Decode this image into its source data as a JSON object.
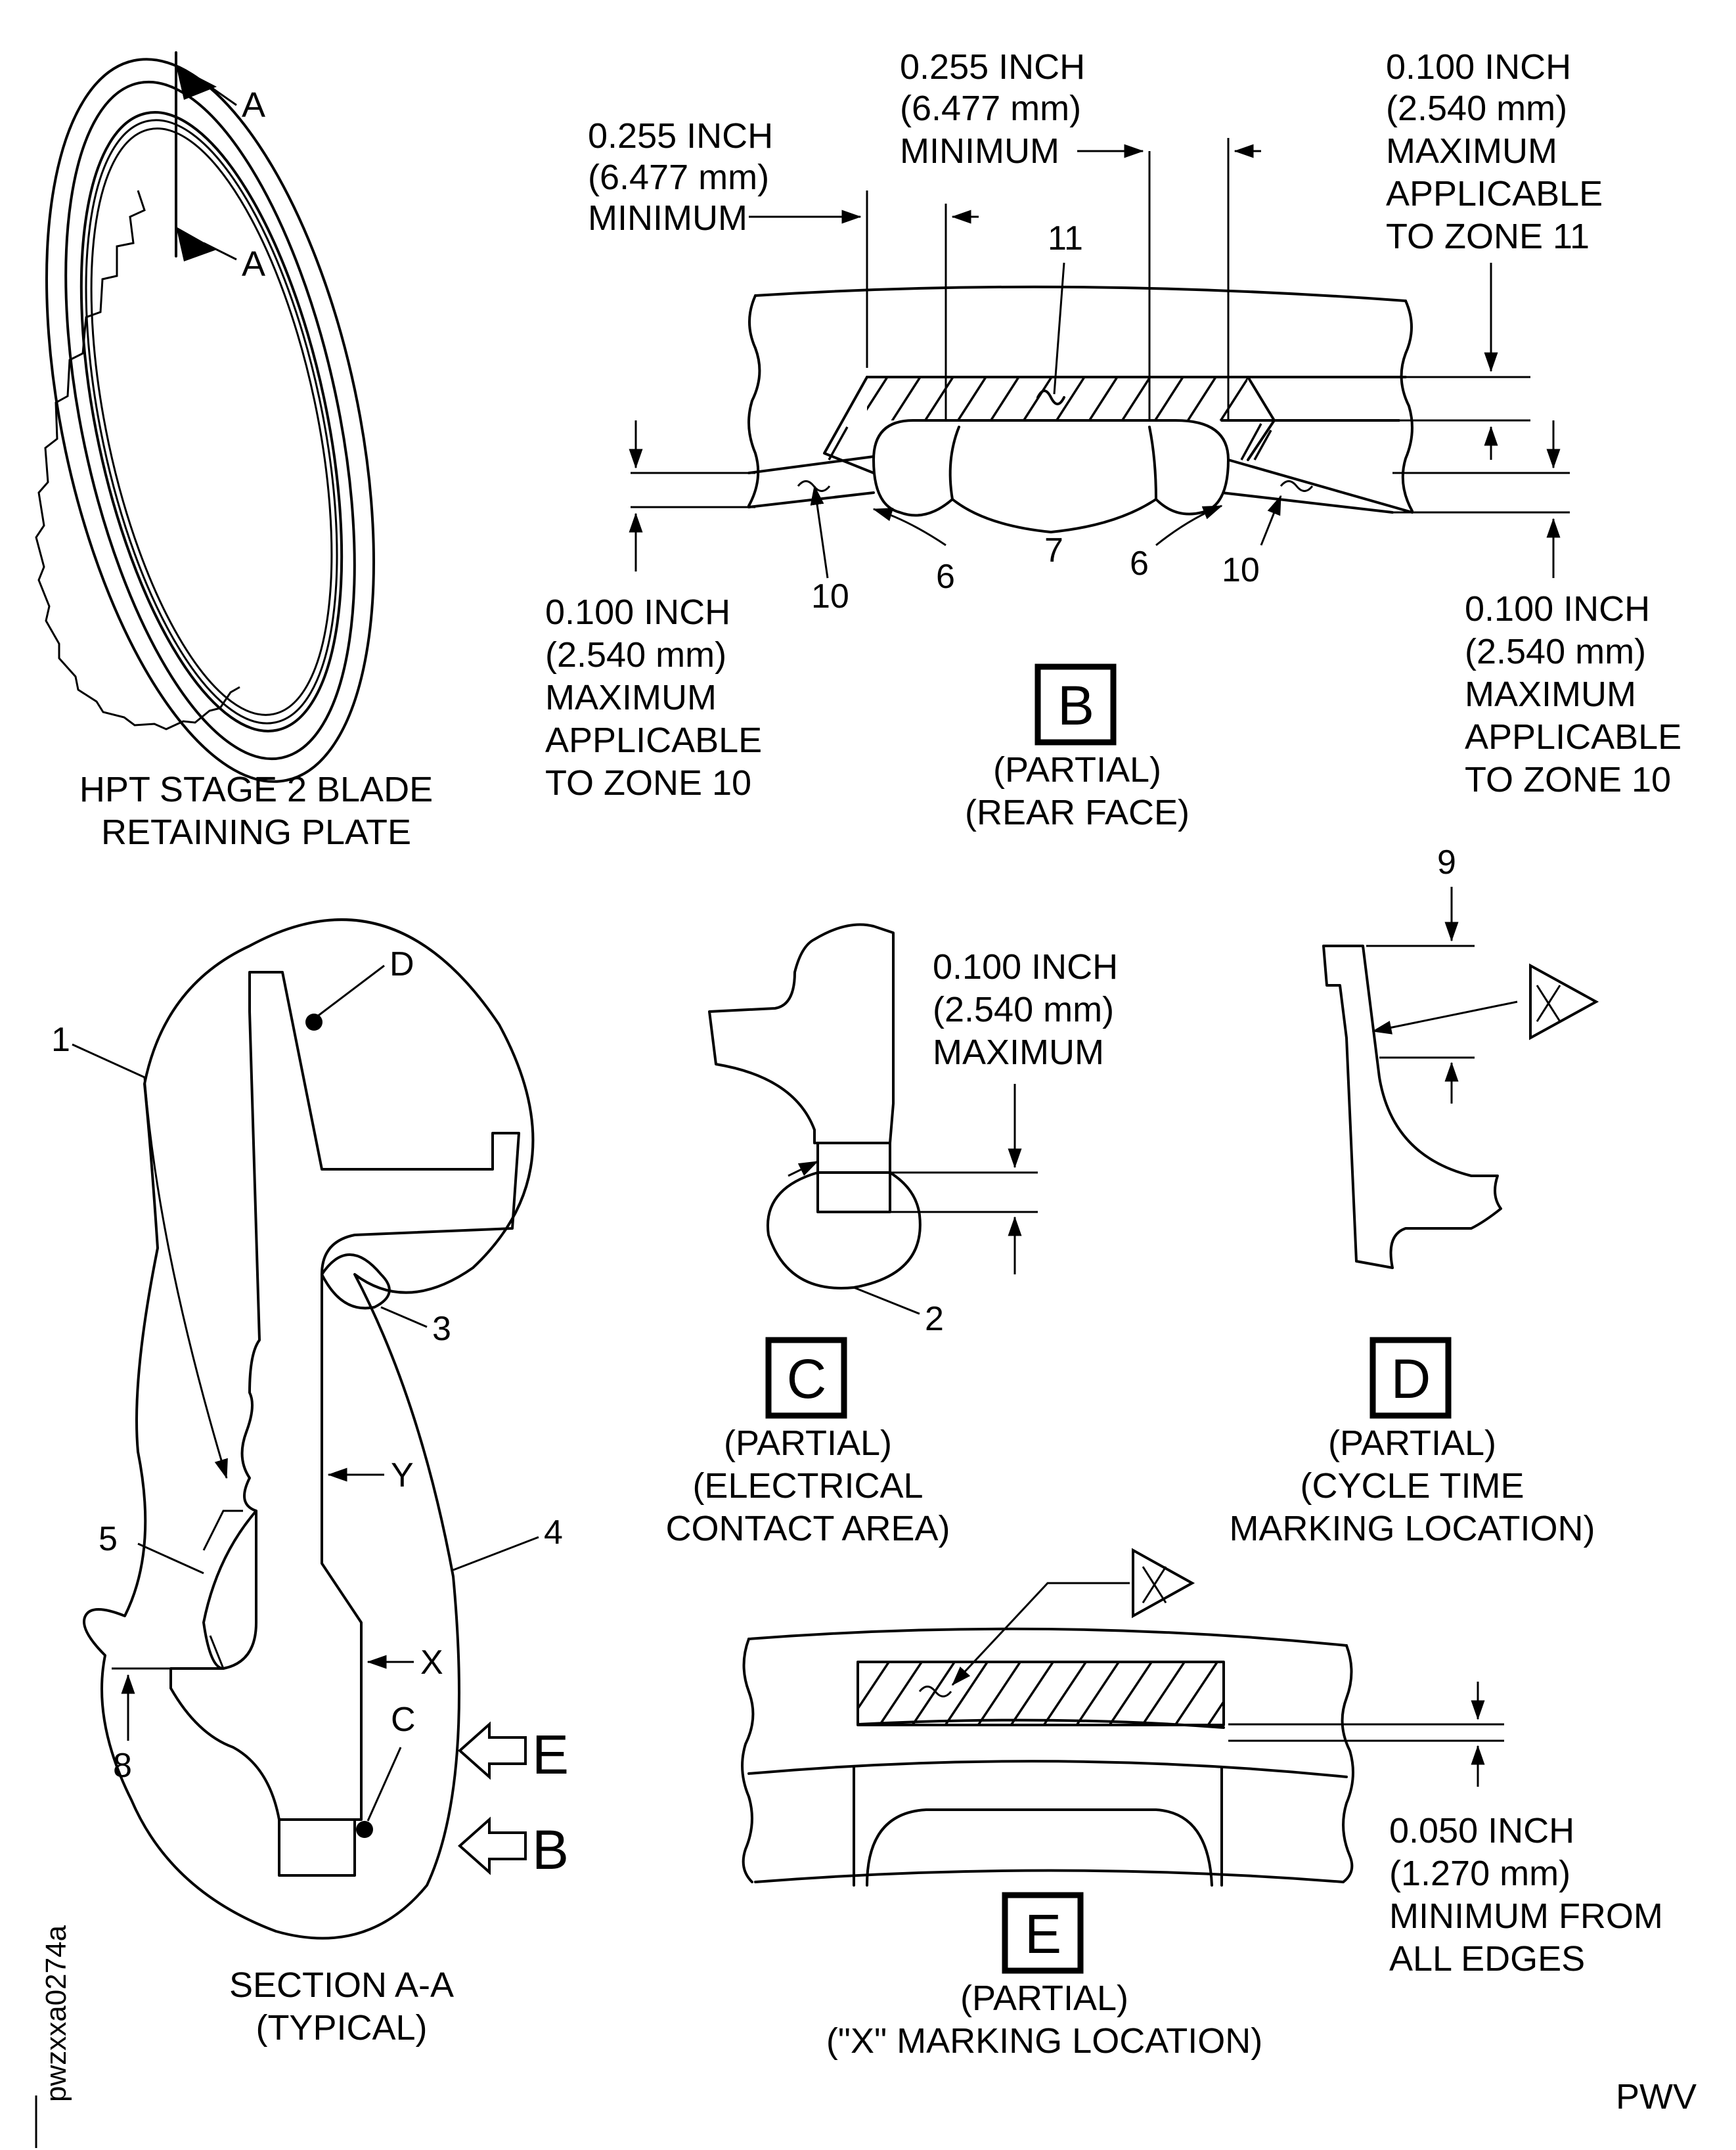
{
  "figure_id": "pwzxxa0274a",
  "corner_code": "PWV",
  "overview": {
    "title_lines": [
      "HPT STAGE 2 BLADE",
      "RETAINING PLATE"
    ],
    "section_arrow_letter": "A"
  },
  "view_b": {
    "letter": "B",
    "caption_lines": [
      "(PARTIAL)",
      "(REAR FACE)"
    ],
    "dim_left_top": [
      "0.255 INCH",
      "(6.477 mm)",
      "MINIMUM"
    ],
    "dim_center_top": [
      "0.255 INCH",
      "(6.477 mm)",
      "MINIMUM"
    ],
    "dim_right_top": [
      "0.100 INCH",
      "(2.540 mm)",
      "MAXIMUM",
      "APPLICABLE",
      "TO ZONE 11"
    ],
    "dim_left_bottom": [
      "0.100 INCH",
      "(2.540 mm)",
      "MAXIMUM",
      "APPLICABLE",
      "TO ZONE 10"
    ],
    "dim_right_bottom": [
      "0.100 INCH",
      "(2.540 mm)",
      "MAXIMUM",
      "APPLICABLE",
      "TO ZONE 10"
    ],
    "zone_labels": {
      "z11": "11",
      "z10_left": "10",
      "z6_left": "6",
      "z7": "7",
      "z6_right": "6",
      "z10_right": "10"
    }
  },
  "section_aa": {
    "caption_lines": [
      "SECTION A-A",
      "(TYPICAL)"
    ],
    "zone_labels": {
      "z1": "1",
      "z3": "3",
      "z4": "4",
      "z5": "5",
      "z8": "8"
    },
    "point_labels": {
      "d": "D",
      "c": "C",
      "y": "Y",
      "x": "X"
    },
    "view_arrows": {
      "e": "E",
      "b": "B"
    }
  },
  "view_c": {
    "letter": "C",
    "caption_lines": [
      "(PARTIAL)",
      "(ELECTRICAL",
      "CONTACT AREA)"
    ],
    "dim": [
      "0.100 INCH",
      "(2.540 mm)",
      "MAXIMUM"
    ],
    "zone_label": "2"
  },
  "view_d": {
    "letter": "D",
    "caption_lines": [
      "(PARTIAL)",
      "(CYCLE TIME",
      "MARKING LOCATION)"
    ],
    "zone_label": "9"
  },
  "view_e": {
    "letter": "E",
    "caption_lines": [
      "(PARTIAL)",
      "(\"X\" MARKING LOCATION)"
    ],
    "dim": [
      "0.050 INCH",
      "(1.270 mm)",
      "MINIMUM FROM",
      "ALL EDGES"
    ]
  }
}
